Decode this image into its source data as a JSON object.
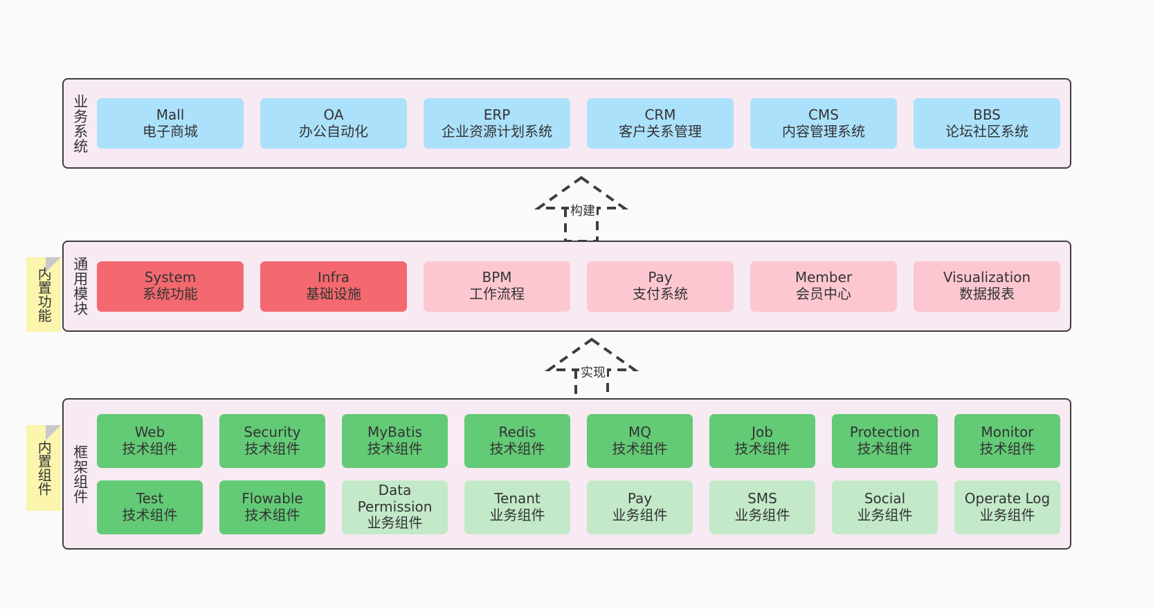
{
  "diagram": {
    "background": "#fafafa",
    "layer_fill": "#f8eaf3",
    "note_fill": "#fbf5ad"
  },
  "layers": [
    {
      "key": "business",
      "title": "业务系统",
      "rows": [
        [
          {
            "en": "Mall",
            "cn": "电子商城",
            "color": "#ace1fb"
          },
          {
            "en": "OA",
            "cn": "办公自动化",
            "color": "#ace1fb"
          },
          {
            "en": "ERP",
            "cn": "企业资源计划系统",
            "color": "#ace1fb"
          },
          {
            "en": "CRM",
            "cn": "客户关系管理",
            "color": "#ace1fb"
          },
          {
            "en": "CMS",
            "cn": "内容管理系统",
            "color": "#ace1fb"
          },
          {
            "en": "BBS",
            "cn": "论坛社区系统",
            "color": "#ace1fb"
          }
        ]
      ]
    },
    {
      "key": "common",
      "title": "通用模块",
      "rows": [
        [
          {
            "en": "System",
            "cn": "系统功能",
            "color": "#f3696f"
          },
          {
            "en": "Infra",
            "cn": "基础设施",
            "color": "#f3696f"
          },
          {
            "en": "BPM",
            "cn": "工作流程",
            "color": "#fcc7d0"
          },
          {
            "en": "Pay",
            "cn": "支付系统",
            "color": "#fcc7d0"
          },
          {
            "en": "Member",
            "cn": "会员中心",
            "color": "#fcc7d0"
          },
          {
            "en": "Visualization",
            "cn": "数据报表",
            "color": "#fcc7d0"
          }
        ]
      ]
    },
    {
      "key": "framework",
      "title": "框架组件",
      "rows": [
        [
          {
            "en": "Web",
            "cn": "技术组件",
            "color": "#63ca76"
          },
          {
            "en": "Security",
            "cn": "技术组件",
            "color": "#63ca76"
          },
          {
            "en": "MyBatis",
            "cn": "技术组件",
            "color": "#63ca76"
          },
          {
            "en": "Redis",
            "cn": "技术组件",
            "color": "#63ca76"
          },
          {
            "en": "MQ",
            "cn": "技术组件",
            "color": "#63ca76"
          },
          {
            "en": "Job",
            "cn": "技术组件",
            "color": "#63ca76"
          },
          {
            "en": "Protection",
            "cn": "技术组件",
            "color": "#63ca76"
          },
          {
            "en": "Monitor",
            "cn": "技术组件",
            "color": "#63ca76"
          }
        ],
        [
          {
            "en": "Test",
            "cn": "技术组件",
            "color": "#63ca76"
          },
          {
            "en": "Flowable",
            "cn": "技术组件",
            "color": "#63ca76"
          },
          {
            "en": "Data Permission",
            "cn": "业务组件",
            "color": "#c3e9c9"
          },
          {
            "en": "Tenant",
            "cn": "业务组件",
            "color": "#c3e9c9"
          },
          {
            "en": "Pay",
            "cn": "业务组件",
            "color": "#c3e9c9"
          },
          {
            "en": "SMS",
            "cn": "业务组件",
            "color": "#c3e9c9"
          },
          {
            "en": "Social",
            "cn": "业务组件",
            "color": "#c3e9c9"
          },
          {
            "en": "Operate Log",
            "cn": "业务组件",
            "color": "#c3e9c9"
          }
        ]
      ]
    }
  ],
  "notes": [
    {
      "key": "builtin-func",
      "label": "内置功能"
    },
    {
      "key": "builtin-comp",
      "label": "内置组件"
    }
  ],
  "arrows": [
    {
      "key": "build",
      "label": "构建",
      "style": "dashed-generalization"
    },
    {
      "key": "impl",
      "label": "实现",
      "style": "dashed-generalization"
    }
  ]
}
